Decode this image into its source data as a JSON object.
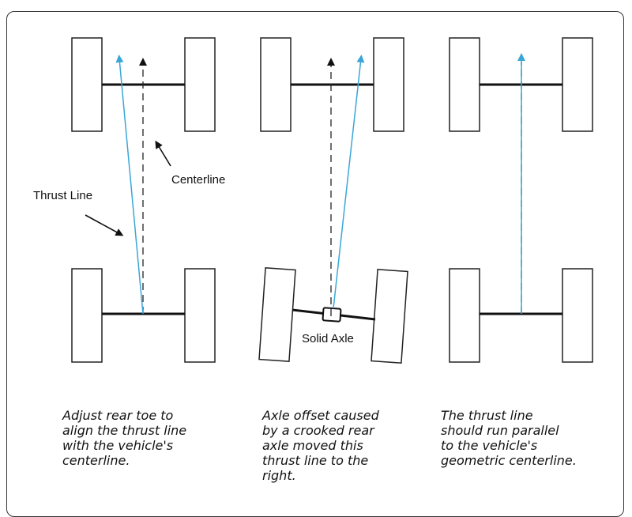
{
  "labels": {
    "thrust_line": "Thrust Line",
    "centerline": "Centerline",
    "solid_axle": "Solid Axle"
  },
  "captions": [
    "Adjust rear toe to\nalign the thrust line\nwith the vehicle's\ncenterline.",
    "Axle offset caused\nby a crooked rear\naxle moved this\nthrust line to the\nright.",
    "The thrust line\nshould run parallel\nto the vehicle's\ngeometric centerline."
  ],
  "colors": {
    "thrust_line": "#3aa6d8",
    "outline": "#222222"
  }
}
